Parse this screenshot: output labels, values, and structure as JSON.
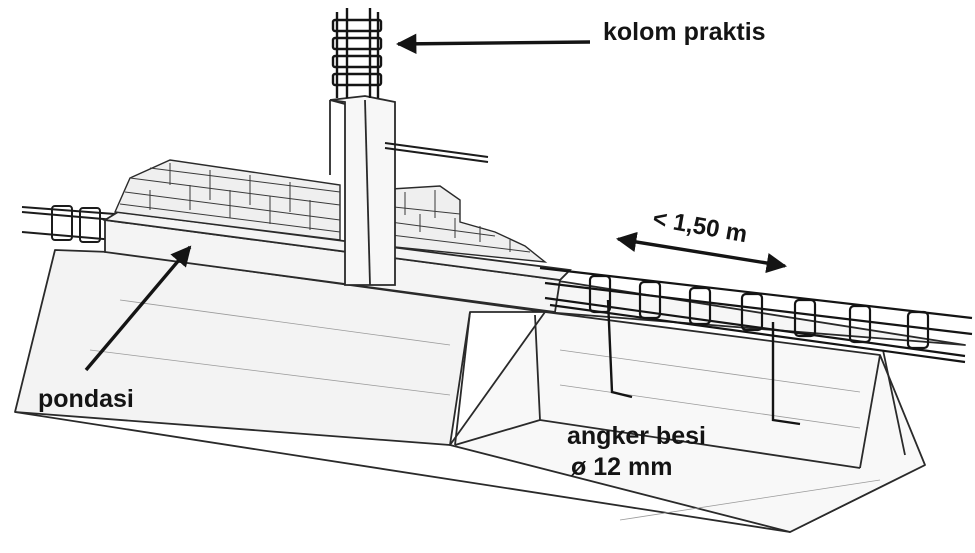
{
  "diagram": {
    "labels": {
      "kolom_praktis": "kolom praktis",
      "jarak": "< 1,50 m",
      "pondasi": "pondasi",
      "angker_besi_line1": "angker besi",
      "angker_besi_line2": "ø 12 mm"
    },
    "colors": {
      "ink": "#141414",
      "paper": "#ffffff",
      "concrete_face": "#f4f4f4",
      "column_face": "#f7f7f7",
      "brick_face": "#efefef"
    }
  }
}
